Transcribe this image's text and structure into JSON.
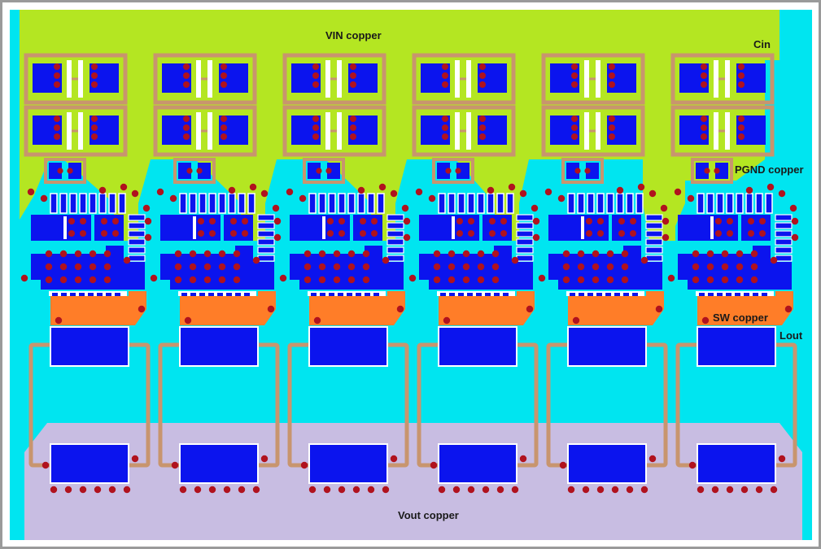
{
  "labels": {
    "vin": "VIN copper",
    "cin": "Cin",
    "pgnd": "PGND copper",
    "sw": "SW copper",
    "lout": "Lout",
    "vout": "Vout copper"
  },
  "phase_count": 6,
  "colors": {
    "frame": "#9a9a9a",
    "background": "#00e5f0",
    "vin_copper": "#b4e622",
    "pgnd_copper": "#00e5f0",
    "vout_copper": "#c8bde2",
    "sw_copper": "#ff7d28",
    "pad": "#0b14ee",
    "via": "#b0121e",
    "outline": "#c8956e",
    "clearance": "#ffffff"
  }
}
